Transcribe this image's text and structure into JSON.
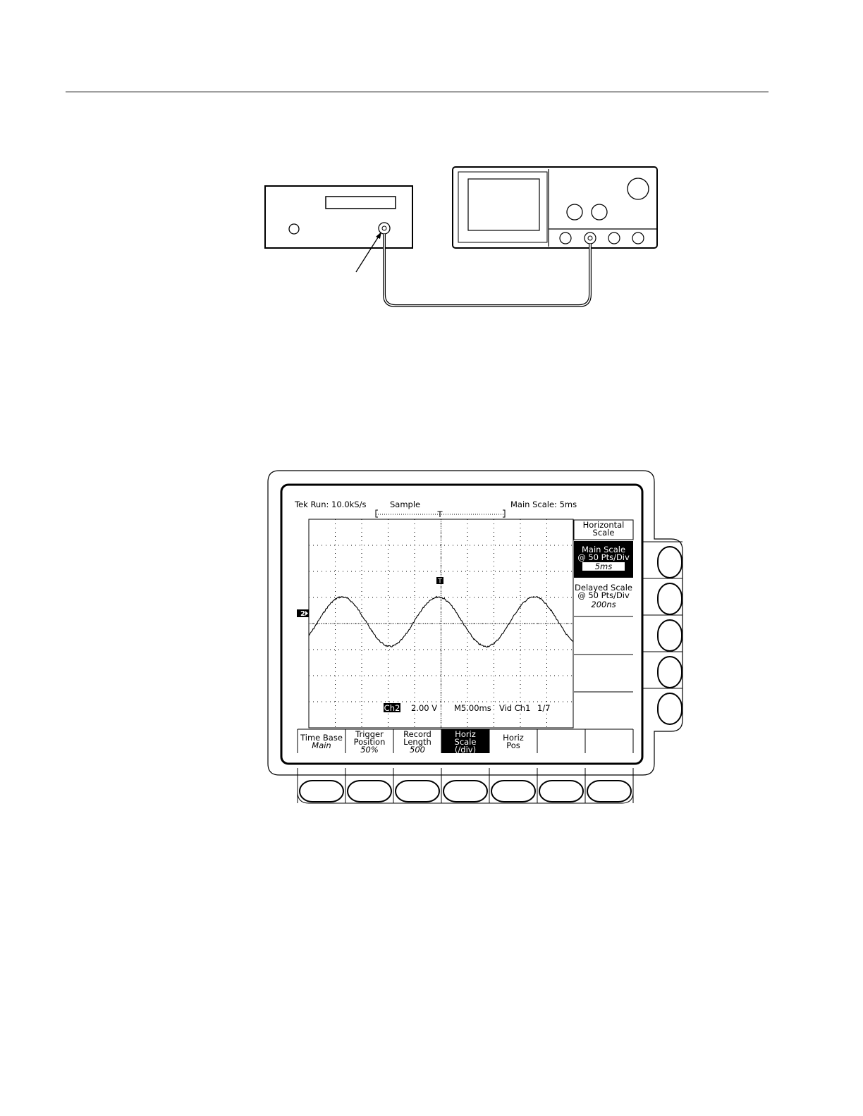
{
  "status": {
    "acquisition": "Tek Run: 10.0kS/s",
    "mode": "Sample",
    "main_scale": "Main Scale: 5ms"
  },
  "trigger_marker": "T",
  "channel_marker": "2",
  "readout": {
    "channel": "Ch2",
    "volts": "2.00 V",
    "timebase": "M5.00ms",
    "trigger": "Vid Ch1",
    "line": "1/7"
  },
  "side_menu": {
    "title_line1": "Horizontal",
    "title_line2": "Scale",
    "items": [
      {
        "line1": "Main Scale",
        "line2": "@ 50 Pts/Div",
        "value": "5ms",
        "selected": true
      },
      {
        "line1": "Delayed Scale",
        "line2": "@ 50 Pts/Div",
        "value": "200ns",
        "selected": false
      },
      {
        "line1": "",
        "line2": "",
        "value": "",
        "selected": false
      },
      {
        "line1": "",
        "line2": "",
        "value": "",
        "selected": false
      },
      {
        "line1": "",
        "line2": "",
        "value": "",
        "selected": false
      }
    ]
  },
  "bottom_menu": [
    {
      "line1": "Time Base",
      "line2": "Main",
      "line3": "",
      "selected": false
    },
    {
      "line1": "Trigger",
      "line2": "Position",
      "line3": "50%",
      "selected": false
    },
    {
      "line1": "Record",
      "line2": "Length",
      "line3": "500",
      "selected": false
    },
    {
      "line1": "Horiz",
      "line2": "Scale",
      "line3": "(/div)",
      "selected": true
    },
    {
      "line1": "Horiz",
      "line2": "Pos",
      "line3": "",
      "selected": false
    },
    {
      "line1": "",
      "line2": "",
      "line3": "",
      "selected": false
    },
    {
      "line1": "",
      "line2": "",
      "line3": "",
      "selected": false
    }
  ],
  "waveform": {
    "cycles_on_screen": 2.75,
    "amplitude_divisions": 1.9,
    "noise": true
  },
  "colors": {
    "ink": "#000000",
    "paper": "#ffffff",
    "highlight": "#000000"
  }
}
